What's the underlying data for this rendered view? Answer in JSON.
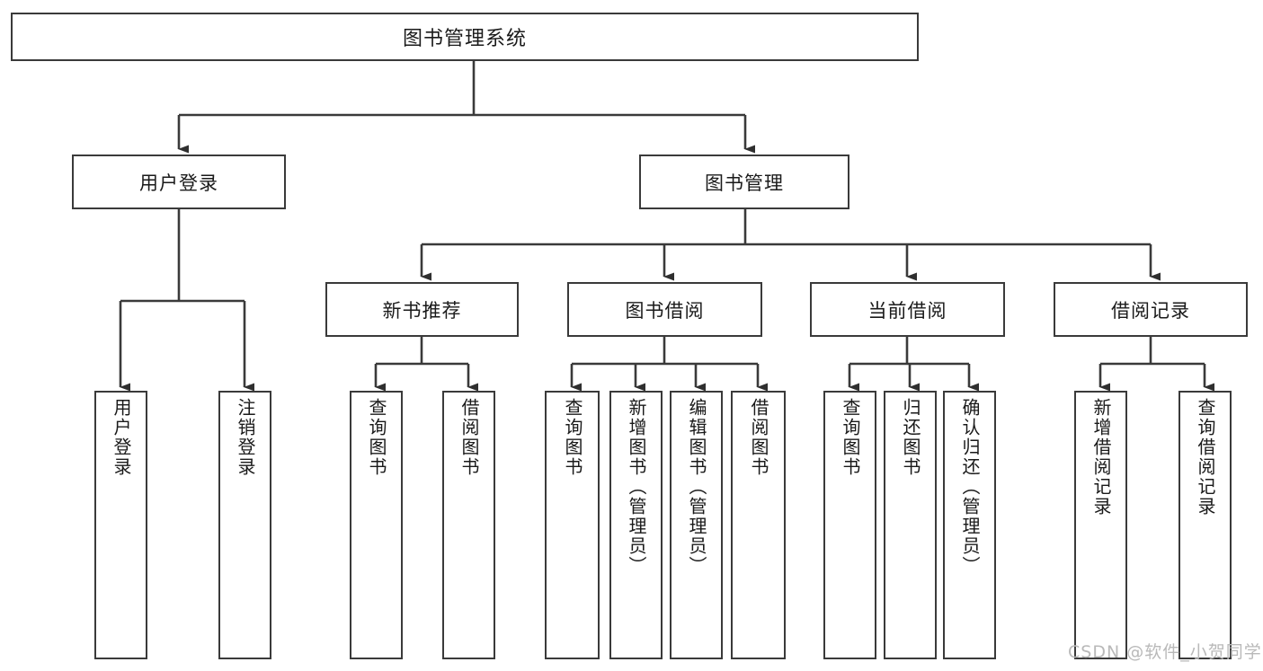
{
  "diagram": {
    "type": "tree",
    "title": "图书管理系统",
    "watermark": "CSDN @软件_小贺同学",
    "colors": {
      "stroke": "#3a3a3a",
      "fill": "#ffffff",
      "text": "#1a1a1a",
      "watermark": "#b9b9b9"
    },
    "nodes": {
      "root": {
        "label": "图书管理系统"
      },
      "level2": [
        {
          "label": "用户登录"
        },
        {
          "label": "图书管理"
        }
      ],
      "level3": [
        {
          "label": "新书推荐"
        },
        {
          "label": "图书借阅"
        },
        {
          "label": "当前借阅"
        },
        {
          "label": "借阅记录"
        }
      ],
      "leaves": {
        "user_login": [
          {
            "label": "用户登录"
          },
          {
            "label": "注销登录"
          }
        ],
        "new_book": [
          {
            "label": "查询图书"
          },
          {
            "label": "借阅图书"
          }
        ],
        "book_borrow": [
          {
            "label": "查询图书"
          },
          {
            "label": "新增图书（管理员）"
          },
          {
            "label": "编辑图书（管理员）"
          },
          {
            "label": "借阅图书"
          }
        ],
        "current_borrow": [
          {
            "label": "查询图书"
          },
          {
            "label": "归还图书"
          },
          {
            "label": "确认归还（管理员）"
          }
        ],
        "borrow_record": [
          {
            "label": "新增借阅记录"
          },
          {
            "label": "查询借阅记录"
          }
        ]
      }
    }
  }
}
